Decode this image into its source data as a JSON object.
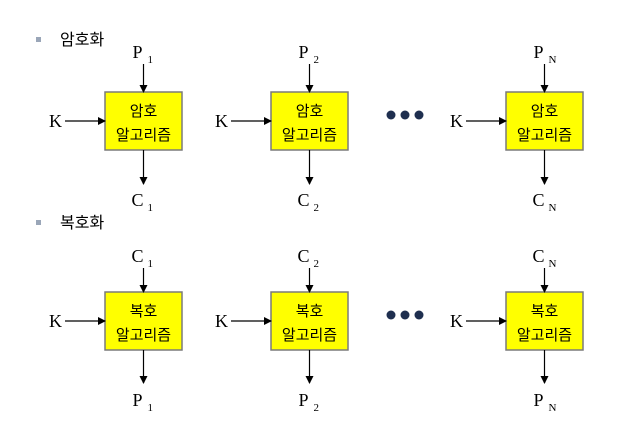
{
  "sections": {
    "encrypt_title": "암호화",
    "decrypt_title": "복호화"
  },
  "encrypt": {
    "box_line1": "암호",
    "box_line2": "알고리즘",
    "key_label": "K",
    "blocks": [
      {
        "input": "P",
        "input_sub": "1",
        "output": "C",
        "output_sub": "1"
      },
      {
        "input": "P",
        "input_sub": "2",
        "output": "C",
        "output_sub": "2"
      },
      {
        "input": "P",
        "input_sub": "N",
        "output": "C",
        "output_sub": "N"
      }
    ]
  },
  "decrypt": {
    "box_line1": "복호",
    "box_line2": "알고리즘",
    "key_label": "K",
    "blocks": [
      {
        "input": "C",
        "input_sub": "1",
        "output": "P",
        "output_sub": "1"
      },
      {
        "input": "C",
        "input_sub": "2",
        "output": "P",
        "output_sub": "2"
      },
      {
        "input": "C",
        "input_sub": "N",
        "output": "P",
        "output_sub": "N"
      }
    ]
  },
  "colors": {
    "box_fill": "#ffff00",
    "box_border": "#7a7a7a",
    "ellipsis_dots": "#1f2f4f",
    "bullet": "#9aa6b8"
  }
}
